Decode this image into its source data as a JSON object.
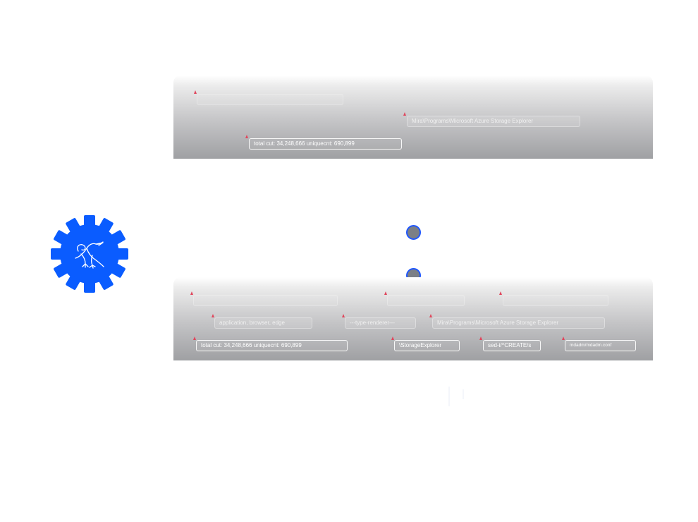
{
  "top_panel": {
    "path_field": "Mira\\Programs\\Microsoft Azure Storage Explorer",
    "stats_field": "total cut: 34,248,666  uniquecnt: 690,899"
  },
  "bottom_panel": {
    "tags_field": "application, browser, edge",
    "type_field": "---type-renderer---",
    "path_field": "Mira\\Programs\\Microsoft Azure Storage Explorer",
    "stats_field": "total cut: 34,248,666  uniquecnt: 690,899",
    "storage_field": "\\StorageExplorer",
    "sed_field": "sed-i/^CREATE/s",
    "conf_field": "mdadm/mdadm.conf"
  },
  "icons": {
    "logo": "gear-bird-logo-icon"
  },
  "colors": {
    "accent": "#0a5cff",
    "marker": "#e0465c",
    "node_fill": "#7b7f86"
  }
}
